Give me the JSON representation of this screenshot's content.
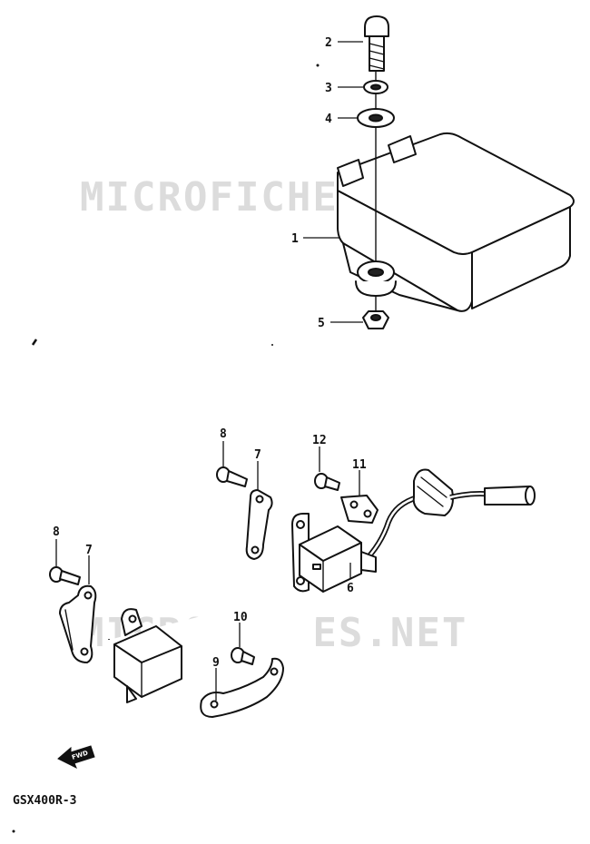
{
  "watermark": {
    "text": "MICROFICHES.NET"
  },
  "model_code": "GSX400R-3",
  "direction_arrow": {
    "text": "FWD"
  },
  "callouts": {
    "c1": "1",
    "c2": "2",
    "c3": "3",
    "c4": "4",
    "c5": "5",
    "c6": "6",
    "c7a": "7",
    "c7b": "7",
    "c8a": "8",
    "c8b": "8",
    "c9": "9",
    "c10": "10",
    "c11": "11",
    "c12": "12"
  },
  "colors": {
    "ink": "#111111",
    "watermark": "#dcdcdc",
    "background": "#ffffff"
  }
}
